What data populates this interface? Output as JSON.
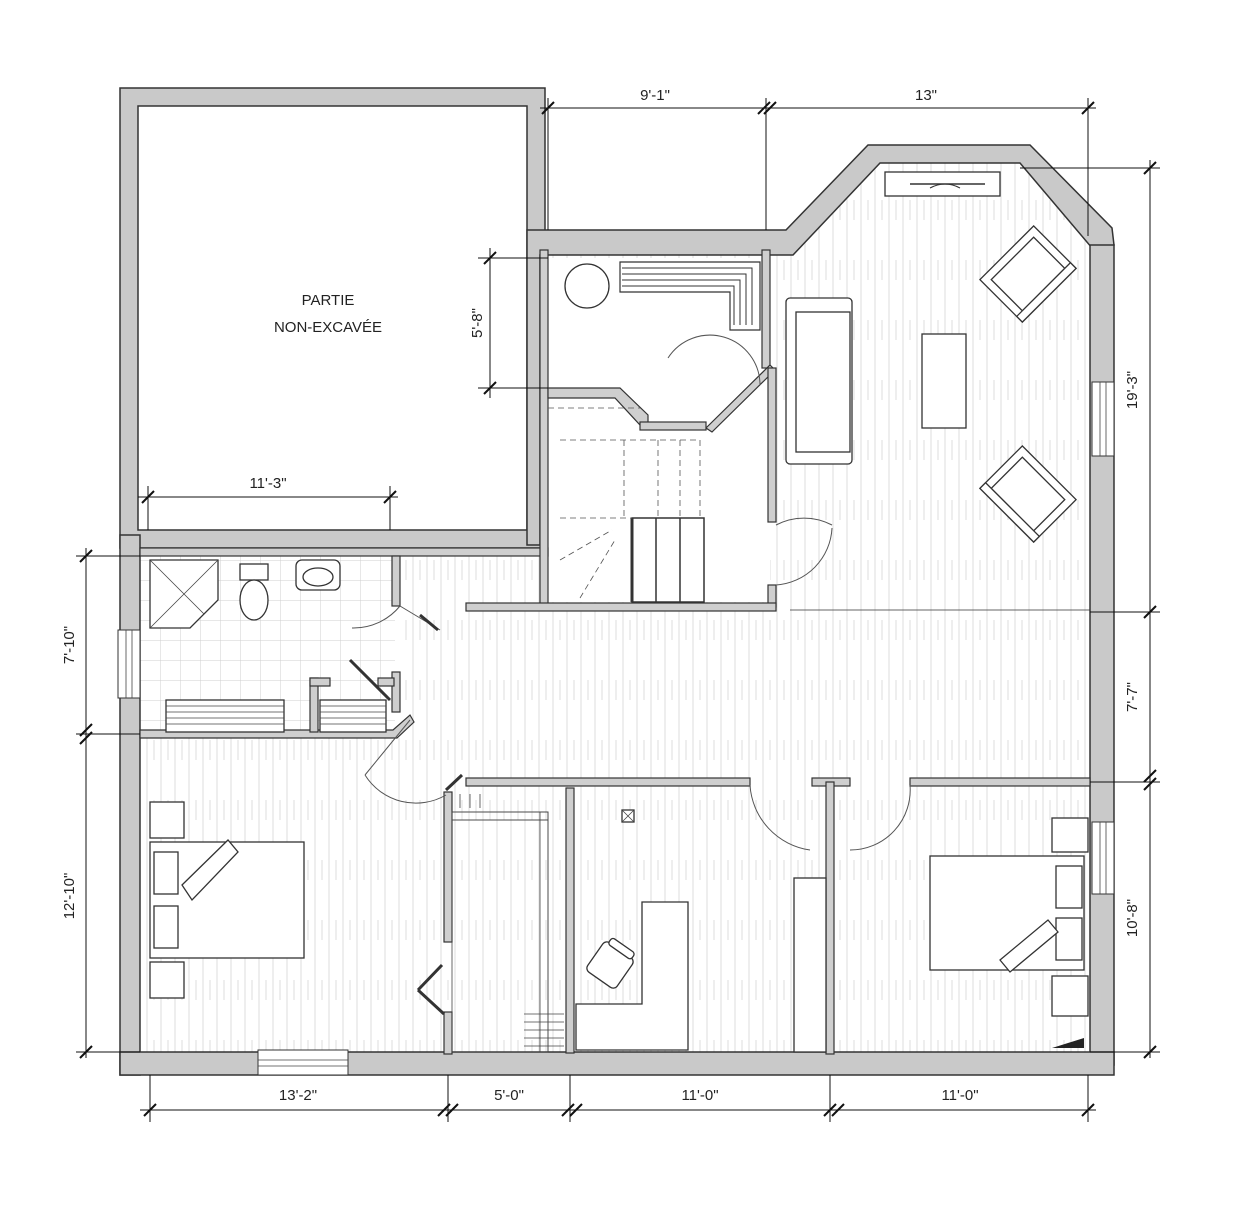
{
  "labels": {
    "unexcavated_line1": "PARTIE",
    "unexcavated_line2": "NON-EXCAVÉE"
  },
  "dimensions": {
    "top_left": "9'-1\"",
    "top_right": "13\"",
    "stair_height": "5'-8\"",
    "unexcavated_width": "11'-3\"",
    "right_upper": "19'-3\"",
    "right_middle": "7'-7\"",
    "right_lower": "10'-8\"",
    "left_upper": "7'-10\"",
    "left_lower": "12'-10\"",
    "bottom_1": "13'-2\"",
    "bottom_2": "5'-0\"",
    "bottom_3": "11'-0\"",
    "bottom_4": "11'-0\""
  },
  "colors": {
    "wall": "#c9c9c9",
    "floor_lines": "#d8d8d8",
    "tile_lines": "#cccccc"
  }
}
